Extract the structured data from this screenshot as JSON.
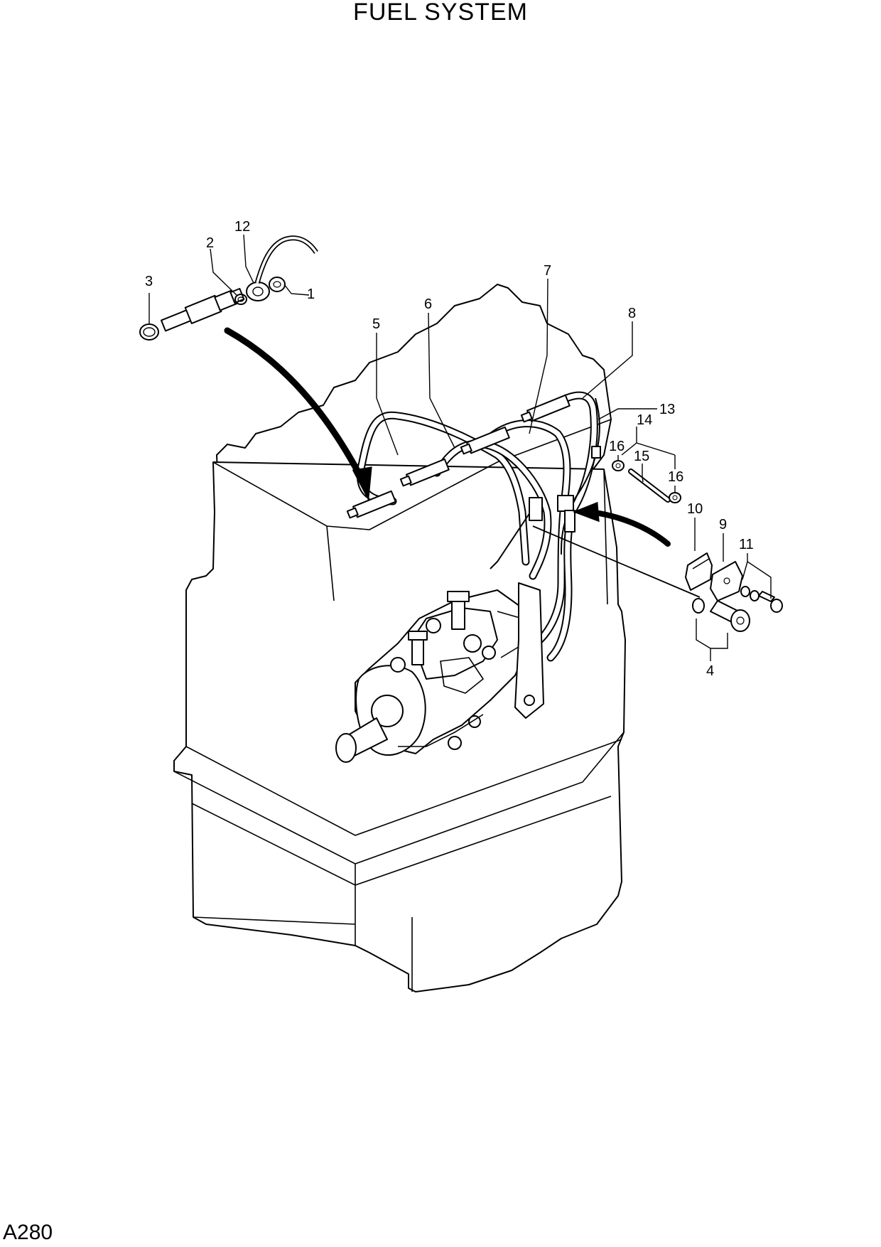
{
  "title": "FUEL SYSTEM",
  "page_code": "A280",
  "callouts": [
    {
      "id": "1",
      "label": "1"
    },
    {
      "id": "2",
      "label": "2"
    },
    {
      "id": "3",
      "label": "3"
    },
    {
      "id": "4",
      "label": "4"
    },
    {
      "id": "5",
      "label": "5"
    },
    {
      "id": "6",
      "label": "6"
    },
    {
      "id": "7",
      "label": "7"
    },
    {
      "id": "8",
      "label": "8"
    },
    {
      "id": "9",
      "label": "9"
    },
    {
      "id": "10",
      "label": "10"
    },
    {
      "id": "11",
      "label": "11"
    },
    {
      "id": "12",
      "label": "12"
    },
    {
      "id": "13",
      "label": "13"
    },
    {
      "id": "14",
      "label": "14"
    },
    {
      "id": "15",
      "label": "15"
    },
    {
      "id": "16a",
      "label": "16"
    },
    {
      "id": "16b",
      "label": "16"
    }
  ]
}
